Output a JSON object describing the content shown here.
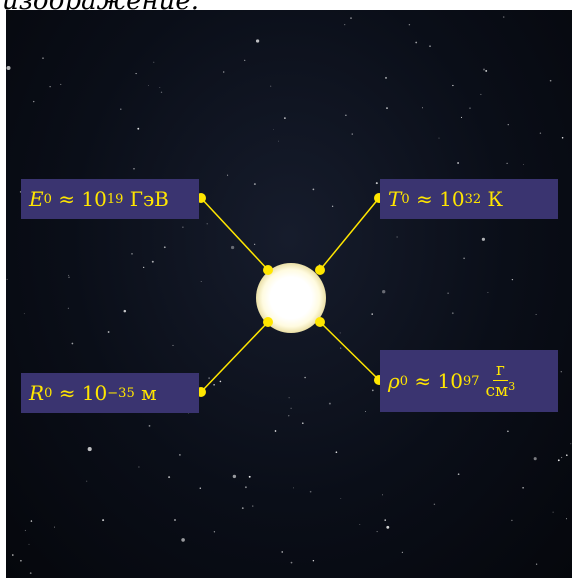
{
  "header": {
    "text": "изображение."
  },
  "colors": {
    "label_bg": "#3a3470",
    "label_text": "#ffe600",
    "connector": "#ffe600",
    "sky": "#0a0e18"
  },
  "labels": {
    "energy": {
      "symbol": "E",
      "sub": "0",
      "approx": "≈ 10",
      "exp": "19",
      "unit": "ГэВ"
    },
    "temperature": {
      "symbol": "T",
      "sub": "0",
      "approx": "≈ 10",
      "exp": "32",
      "unit": "К"
    },
    "radius": {
      "symbol": "R",
      "sub": "0",
      "approx": "≈ 10",
      "exp": "−35",
      "unit": "м"
    },
    "density": {
      "symbol": "ρ",
      "sub": "0",
      "approx": "≈ 10",
      "exp": "97",
      "unit_num": "г",
      "unit_den": "см",
      "unit_den_exp": "3"
    }
  }
}
